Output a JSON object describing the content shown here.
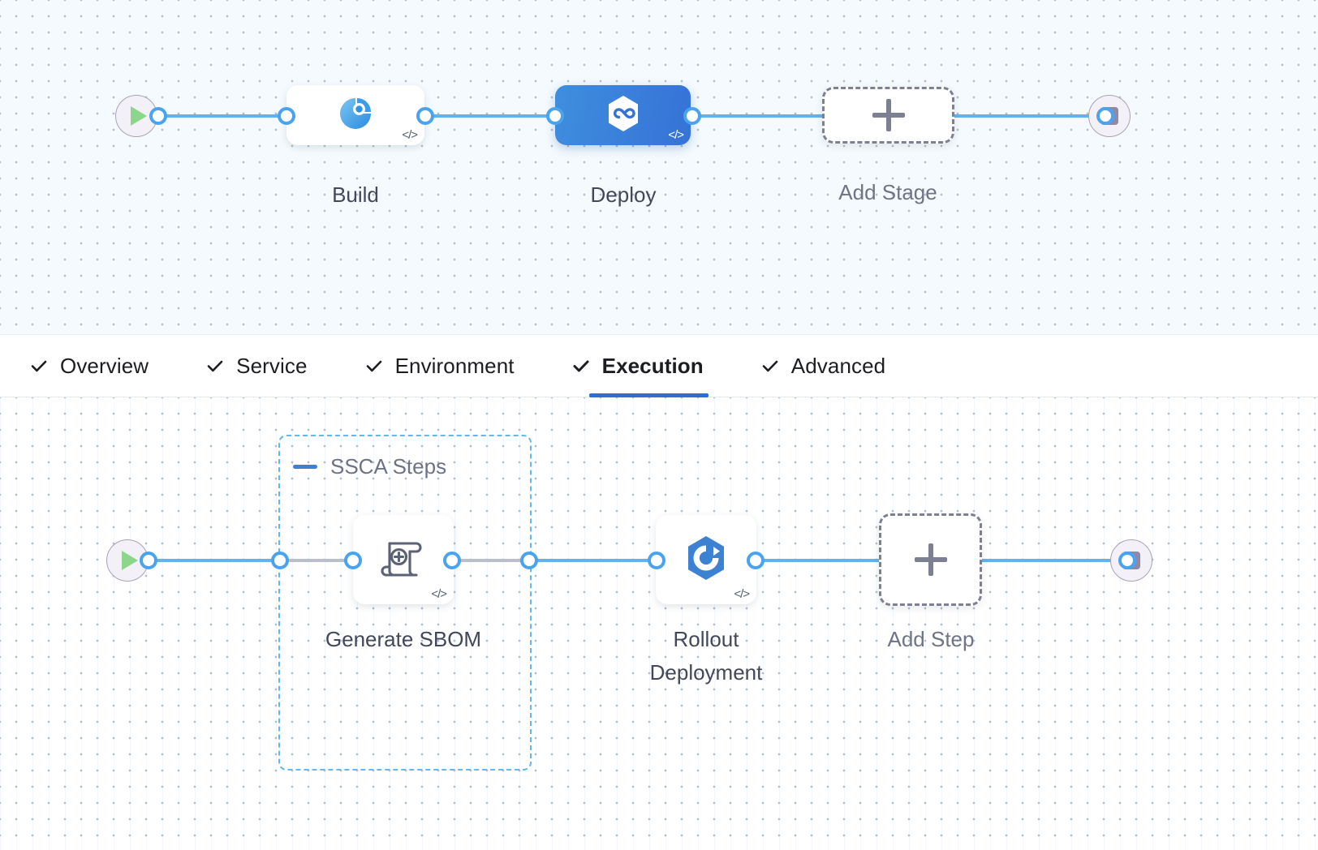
{
  "theme": {
    "canvas_top_bg": "#f4fafd",
    "canvas_bottom_bg": "#ffffff",
    "dot_color": "#b5bdc9",
    "connector_color": "#5fb3ef",
    "connector_dashed_color": "#b9c0cc",
    "port_border": "#4aa3ef",
    "selected_stage_bg": "#3572d6",
    "group_border": "#63b8f0",
    "active_tab_underline": "#2f6fd0",
    "add_box_border": "#7d7f92",
    "play_icon_color": "#8bd68b",
    "stop_icon_color": "#8e8aa6"
  },
  "stage_row": {
    "start_node": {
      "icon": "play-icon"
    },
    "end_node": {
      "icon": "stop-icon"
    },
    "nodes": [
      {
        "id": "build",
        "label": "Build",
        "icon": "ci-build-icon",
        "selected": false,
        "code_badge": "</>"
      },
      {
        "id": "deploy",
        "label": "Deploy",
        "icon": "cd-deploy-hexagon-icon",
        "selected": true,
        "code_badge": "</>"
      }
    ],
    "add_stage": {
      "label": "Add Stage",
      "icon": "plus-icon"
    }
  },
  "tabs": [
    {
      "id": "overview",
      "label": "Overview",
      "icon": "check-icon",
      "active": false
    },
    {
      "id": "service",
      "label": "Service",
      "icon": "check-icon",
      "active": false
    },
    {
      "id": "environment",
      "label": "Environment",
      "icon": "check-icon",
      "active": false
    },
    {
      "id": "execution",
      "label": "Execution",
      "icon": "check-icon",
      "active": true
    },
    {
      "id": "advanced",
      "label": "Advanced",
      "icon": "check-icon",
      "active": false
    }
  ],
  "step_row": {
    "start_node": {
      "icon": "play-icon"
    },
    "end_node": {
      "icon": "stop-icon"
    },
    "group": {
      "id": "ssca-steps",
      "title": "SSCA Steps",
      "collapse_icon": "minus-icon",
      "expanded": true
    },
    "steps": [
      {
        "id": "generate-sbom",
        "label": "Generate SBOM",
        "icon": "scroll-plus-icon",
        "code_badge": "</>",
        "in_group": true
      },
      {
        "id": "rollout-deployment",
        "label": "Rollout\nDeployment",
        "icon": "k8s-rollout-hexagon-icon",
        "code_badge": "</>",
        "in_group": false
      }
    ],
    "add_step": {
      "label": "Add Step",
      "icon": "plus-icon"
    }
  }
}
